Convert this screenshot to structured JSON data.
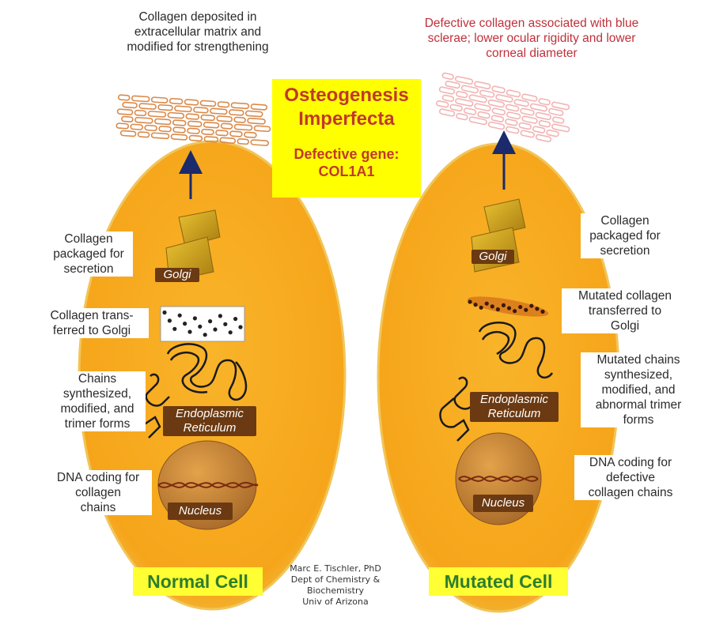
{
  "title": {
    "line1": "Osteogenesis",
    "line2": "Imperfecta",
    "gene_line1": "Defective gene:",
    "gene_line2": "COL1A1"
  },
  "normal": {
    "top_caption": [
      "Collagen deposited in",
      "extracellular matrix and",
      "modified for strengthening"
    ],
    "labels": {
      "packaged": [
        "Collagen",
        "packaged for",
        "secretion"
      ],
      "transferred": [
        "Collagen trans-",
        "ferred to Golgi"
      ],
      "synthesized": [
        "Chains",
        "synthesized,",
        "modified, and",
        "trimer forms"
      ],
      "dna": [
        "DNA coding for",
        "collagen",
        "chains"
      ]
    },
    "tags": {
      "golgi": "Golgi",
      "er_line1": "Endoplasmic",
      "er_line2": "Reticulum",
      "nucleus": "Nucleus"
    },
    "cell_name": "Normal Cell"
  },
  "mutated": {
    "top_caption": [
      "Defective collagen associated with blue",
      "sclerae; lower ocular rigidity and lower",
      "corneal diameter"
    ],
    "labels": {
      "packaged": [
        "Collagen",
        "packaged for",
        "secretion"
      ],
      "transferred": [
        "Mutated collagen",
        "transferred to",
        "Golgi"
      ],
      "synthesized": [
        "Mutated chains",
        "synthesized,",
        "modified, and",
        "abnormal trimer",
        "forms"
      ],
      "dna": [
        "DNA coding for",
        "defective",
        "collagen chains"
      ]
    },
    "tags": {
      "golgi": "Golgi",
      "er_line1": "Endoplasmic",
      "er_line2": "Reticulum",
      "nucleus": "Nucleus"
    },
    "cell_name": "Mutated Cell"
  },
  "credit": [
    "Marc E. Tischler, PhD",
    "Dept of Chemistry &",
    "Biochemistry",
    "Univ of Arizona"
  ],
  "colors": {
    "cell_fill": "#f7a81b",
    "cell_edge": "#f0c24a",
    "golgi": "#d4a51a",
    "tag": "#6b3a12",
    "fiber_normal": "#d98a4b",
    "fiber_defective": "#f2b4b4",
    "arrow": "#1a2a6b"
  }
}
